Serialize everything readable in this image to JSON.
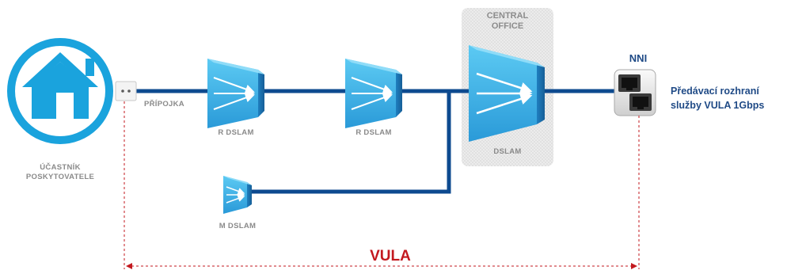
{
  "central_office": {
    "title_line1": "CENTRAL",
    "title_line2": "OFFICE",
    "dslam_label": "DSLAM"
  },
  "subscriber": {
    "line1": "ÚČASTNÍK",
    "line2": "POSKYTOVATELE"
  },
  "connection_label": "PŘÍPOJKA",
  "r_dslam_1": "R DSLAM",
  "r_dslam_2": "R DSLAM",
  "m_dslam": "M DSLAM",
  "nni": "NNI",
  "handover": {
    "line1": "Předávací rozhraní",
    "line2": "služby VULA 1Gbps"
  },
  "vula_label": "VULA",
  "colors": {
    "line": "#0d4a8f",
    "house": "#1aa3dd",
    "device_light": "#4fc3f0",
    "device_dark": "#1b82c4",
    "vula_red": "#c3191f",
    "text_gray": "#8a8a8a",
    "text_blue": "#1f4a86"
  }
}
